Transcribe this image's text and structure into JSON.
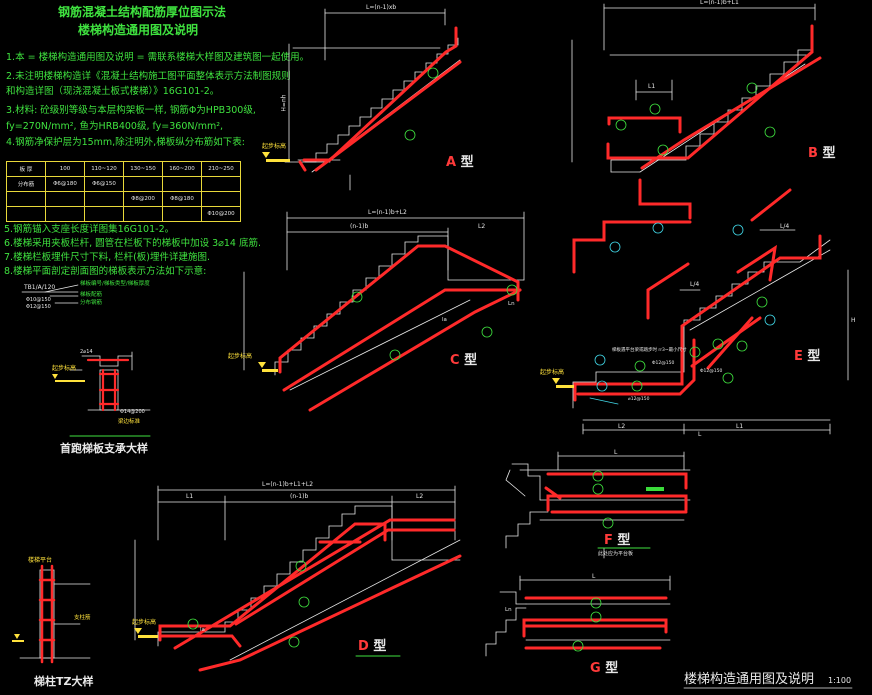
{
  "title": {
    "line1": "钢筋混凝土结构配筋厚位图示法",
    "line2": "楼梯构造通用图及说明"
  },
  "notes": [
    "1.本 = 楼梯构造通用图及说明 = 需联系楼梯大样图及建筑图一起使用。",
    "2.未注明楼梯构造详《混凝土结构施工图平面整体表示方法制图规则",
    "   和构造详图（现浇混凝土板式楼梯）》16G101-2。",
    "3.材料: 砼级别等级与本层构架板一样, 钢筋Φ为HPB300级,",
    "   fy=270N/mm², 鱼为HRB400级, fy=360N/mm²,",
    "4.钢筋净保护层为15mm,除注明外,梯板纵分布筋如下表:"
  ],
  "table": {
    "header": [
      "板 厚",
      "100",
      "110~120",
      "130~150",
      "160~200",
      "210~250"
    ],
    "rows": [
      [
        "分布筋",
        "Φ6@180",
        "Φ6@150",
        "",
        "",
        ""
      ],
      [
        "",
        "",
        "",
        "Φ8@200",
        "Φ8@180",
        ""
      ],
      [
        "",
        "",
        "",
        "",
        "",
        "Φ10@200"
      ]
    ]
  },
  "notes2": [
    "5.钢筋锚入支座长度详图集16G101-2。",
    "6.楼梯采用夹板栏杆, 圆管在栏板下的梯板中加设 3⌀14 底筋.",
    "7.楼梯栏板埋件尺寸下料, 栏杆(板)埋件详建施图.",
    "8.楼梯平面剖定剖面图的梯板表示方法如下示意:"
  ],
  "legend": {
    "code": "TB1/A/120",
    "items": [
      "梯板编号/梯板类型/梯板厚度",
      "梯板配筋",
      "分布钢筋"
    ],
    "bars": [
      "Φ10@150",
      "Φ12@150"
    ]
  },
  "labels": {
    "typeA": "A",
    "typeB": "B",
    "typeC": "C",
    "typeD": "D",
    "typeE": "E",
    "typeF": "F",
    "typeG": "G",
    "suffix": "型",
    "start_step": "起步标高",
    "beam_top": "楼梯平台",
    "support_detail": "首跑梯板支承大样",
    "column_detail": "梯柱TZ大样",
    "f_sub": "此处应为平台板",
    "dim_A": "L=(n-1)xb",
    "dim_B": "L=(n-1)b+L1",
    "dim_C": "L=(n-1)b+L2",
    "dim_C_sub": "(n-1)b",
    "dim_D": "L=(n-1)b+L1+L2",
    "dim_D_sub": "(n-1)b",
    "L1": "L1",
    "L2": "L2",
    "L": "L",
    "L4": "L/4",
    "H": "H",
    "Hnh": "H=nh",
    "Ln": "Ln",
    "la": "la",
    "e_note": "梯板遇平台梁或踏步时 rr3~最小尺寸",
    "e_bar1": "Φ12@150",
    "e_bar2": "Φ12@150",
    "e_bar3": "⌀12@150",
    "sup_bar": "2⌀14",
    "sup_bar2": "Φ14@200",
    "sup_beam": "梁边标准",
    "col_bar": "支柱筋"
  },
  "footer": {
    "title": "楼梯构造通用图及说明",
    "scale": "1:100"
  },
  "colors": {
    "rebar": "#ff2a2a",
    "dim": "#e8e8e8",
    "text": "#3fe23f",
    "marker": "#ffe23c",
    "cyan": "#41d8e8",
    "accent_green": "#3bdc3b"
  }
}
